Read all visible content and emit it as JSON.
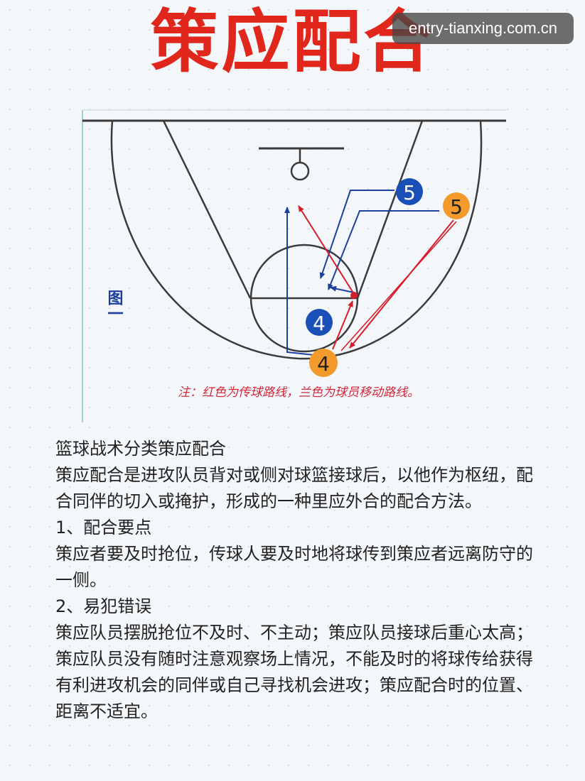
{
  "title": "策应配合",
  "watermark": "entry-tianxing.com.cn",
  "diagram": {
    "figure_label": "图一",
    "note": "注：红色为传球路线，兰色为球员移动路线。",
    "players": [
      {
        "number": "5",
        "team": "defense",
        "color": "#1a4fb8"
      },
      {
        "number": "5",
        "team": "offense",
        "color": "#f29b2c"
      },
      {
        "number": "4",
        "team": "defense",
        "color": "#1a4fb8"
      },
      {
        "number": "4",
        "team": "offense",
        "color": "#f29b2c"
      }
    ],
    "colors": {
      "pass": "#d61e2a",
      "move": "#1d3f9e",
      "court": "#3a3a3a",
      "note": "#d0283a"
    }
  },
  "text": {
    "heading": "篮球战术分类策应配合",
    "intro": "策应配合是进攻队员背对或侧对球篮接球后，以他作为枢纽，配合同伴的切入或掩护，形成的一种里应外合的配合方法。",
    "point1_title": "1、配合要点",
    "point1_body": "策应者要及时抢位，传球人要及时地将球传到策应者远离防守的一侧。",
    "point2_title": "2、易犯错误",
    "point2_body": "策应队员摆脱抢位不及时、不主动；策应队员接球后重心太高；策应队员没有随时注意观察场上情况，不能及时的将球传给获得有利进攻机会的同伴或自己寻找机会进攻；策应配合时的位置、距离不适宜。"
  }
}
